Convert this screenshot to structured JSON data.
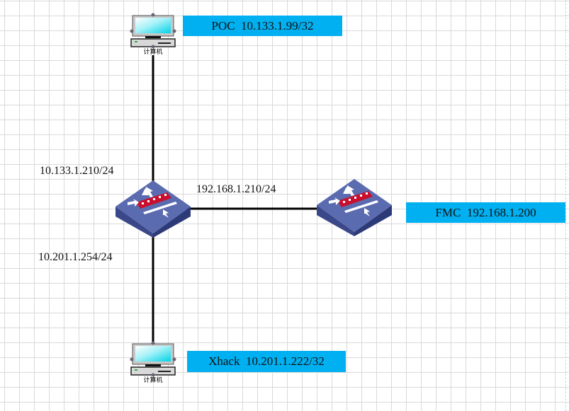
{
  "diagram": {
    "nodes": {
      "pc_top": {
        "type": "computer",
        "label": "计算机",
        "tag": "POC  10.133.1.99/32"
      },
      "firewall_left": {
        "type": "firewall"
      },
      "firewall_right": {
        "type": "firewall",
        "tag": "FMC  192.168.1.200"
      },
      "pc_bottom": {
        "type": "computer",
        "label": "计算机",
        "tag": "Xhack  10.201.1.222/32"
      }
    },
    "interfaces": {
      "fw_to_poc": "10.133.1.210/24",
      "fw_to_fmc": "192.168.1.210/24",
      "fw_to_xhack": "10.201.1.254/24"
    },
    "links": [
      {
        "from": "pc_top",
        "to": "firewall_left"
      },
      {
        "from": "firewall_left",
        "to": "firewall_right"
      },
      {
        "from": "firewall_left",
        "to": "pc_bottom"
      }
    ],
    "colors": {
      "tag_fill": "#00b0f0",
      "device_top": "#5b6bb0",
      "device_side": "#3a4789",
      "device_accent": "#c8102e"
    }
  }
}
